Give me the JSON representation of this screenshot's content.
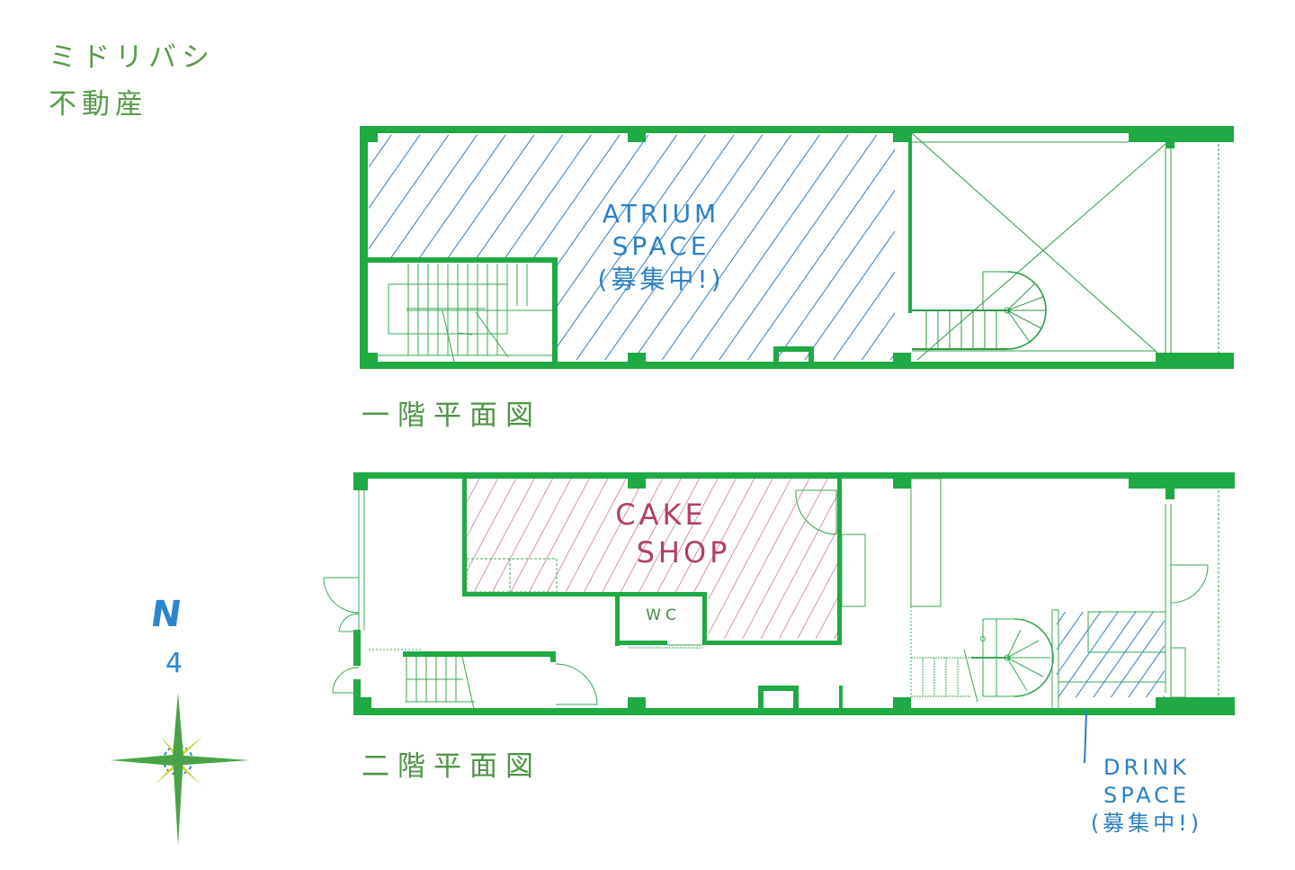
{
  "brand": {
    "line1": "ミドリバシ",
    "line2": "不動産",
    "color": "#5a9a4c"
  },
  "floors": [
    {
      "id": "floor-1",
      "label": "一階平面図",
      "rooms": [
        {
          "name": "atrium-space",
          "label_lines": [
            "ATRIUM",
            "SPACE",
            "(募集中!)"
          ],
          "hatch_color": "#2b7fc4",
          "status": "募集中!"
        },
        {
          "name": "stairwell",
          "label_lines": []
        },
        {
          "name": "void-open-to-above",
          "label_lines": []
        }
      ]
    },
    {
      "id": "floor-2",
      "label": "二階平面図",
      "rooms": [
        {
          "name": "cake-shop",
          "label_lines": [
            "CAKE",
            "SHOP"
          ],
          "hatch_color": "#b0406a"
        },
        {
          "name": "wc",
          "label_lines": [
            "WC"
          ]
        },
        {
          "name": "drink-space",
          "label_lines": [
            "DRINK",
            "SPACE",
            "(募集中!)"
          ],
          "hatch_color": "#2b7fc4",
          "status": "募集中!"
        }
      ]
    }
  ],
  "labels": {
    "atrium": {
      "l1": "ATRIUM",
      "l2": "SPACE",
      "l3": "(募集中!)"
    },
    "cake": {
      "l1": "CAKE",
      "l2": "SHOP"
    },
    "wc": "WC",
    "drink": {
      "l1": "DRINK",
      "l2": "SPACE",
      "l3": "(募集中!)"
    }
  },
  "compass": {
    "north_letter": "N",
    "arrow": "4",
    "star_color": "#4aa34a",
    "accent_color": "#c8d83a",
    "ring_color": "#2b86d0"
  },
  "colors": {
    "wall": "#1faa44",
    "thin_line": "#3aa84f",
    "label_green": "#4f9446"
  }
}
